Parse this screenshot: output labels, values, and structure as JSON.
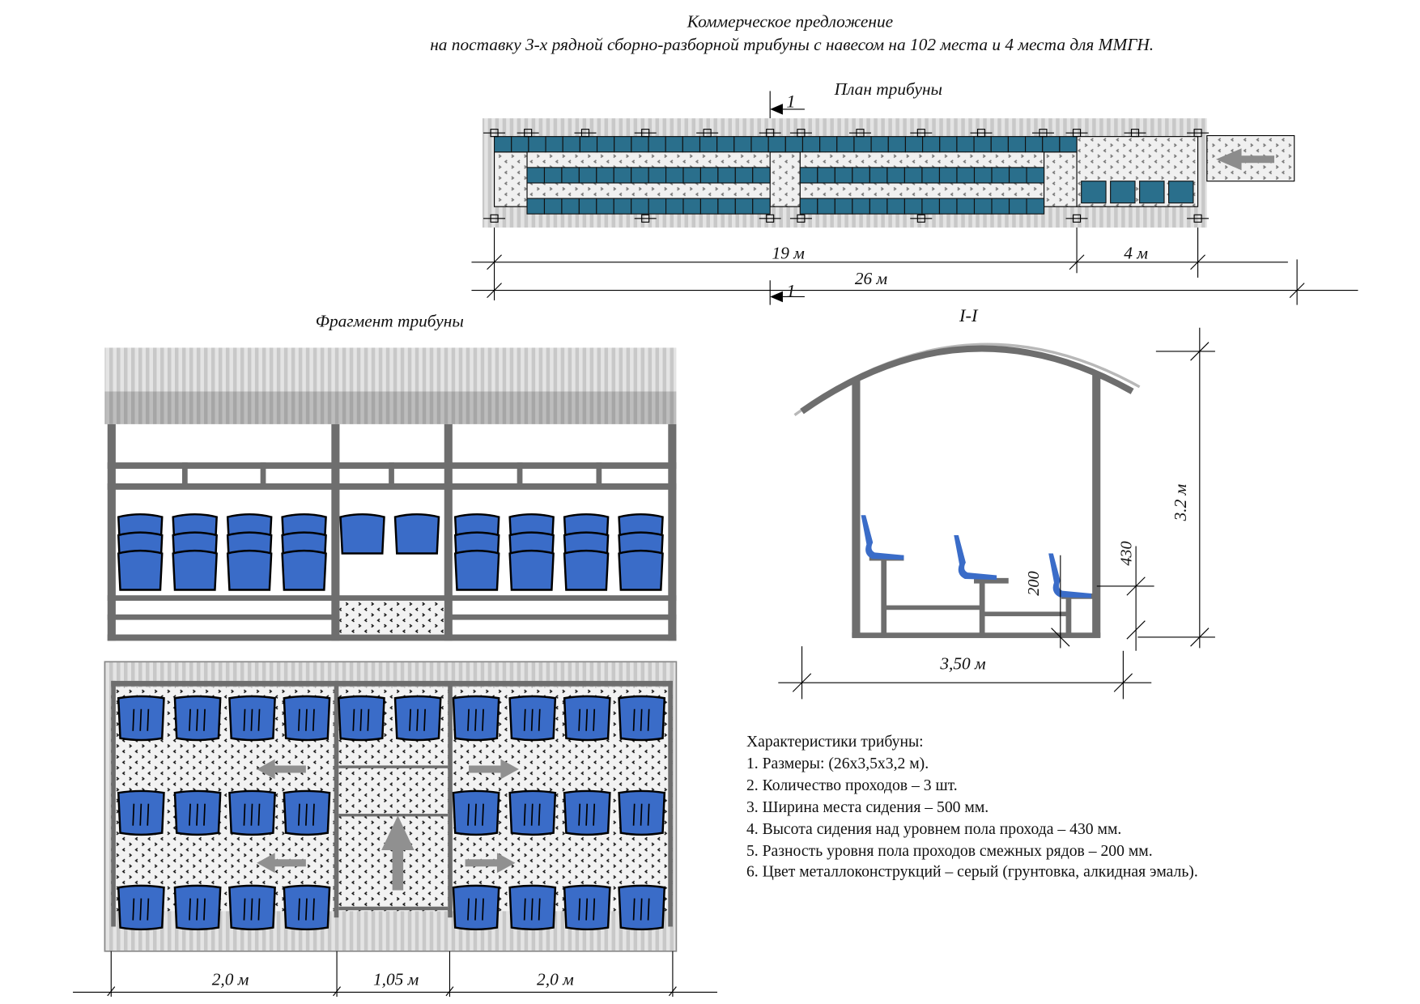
{
  "title": {
    "line1": "Коммерческое предложение",
    "line2": "на поставку 3-х рядной сборно-разборной трибуны с навесом на 102 места и 4 места для ММГН."
  },
  "plan": {
    "title": "План трибуны",
    "section_mark": "1",
    "dim_main": "19 м",
    "dim_accessible": "4 м",
    "dim_total": "26 м",
    "rows": 3,
    "accessible_seats": 4,
    "colors": {
      "seat": "#2a6f8c",
      "canopy": "#cfcfcf",
      "walkway": "#efefef"
    }
  },
  "fragment": {
    "title": "Фрагмент трибуны",
    "dims": [
      "2,0 м",
      "1,05 м",
      "2,0 м"
    ],
    "seat_color": "#3a6cc8",
    "frame_color": "#6e6e6e"
  },
  "section": {
    "title": "I-I",
    "dim_width": "3,50 м",
    "dim_height": "3.2 м",
    "dim_step": "200",
    "dim_seat_height": "430"
  },
  "specs": {
    "heading": "Характеристики трибуны:",
    "items": [
      "1. Размеры: (26х3,5х3,2 м).",
      "2. Количество проходов – 3 шт.",
      "3. Ширина места сидения – 500 мм.",
      "4. Высота сидения над уровнем пола прохода – 430 мм.",
      "5. Разность уровня пола проходов смежных рядов – 200 мм.",
      "6. Цвет металлоконструкций – серый (грунтовка, алкидная эмаль)."
    ]
  }
}
